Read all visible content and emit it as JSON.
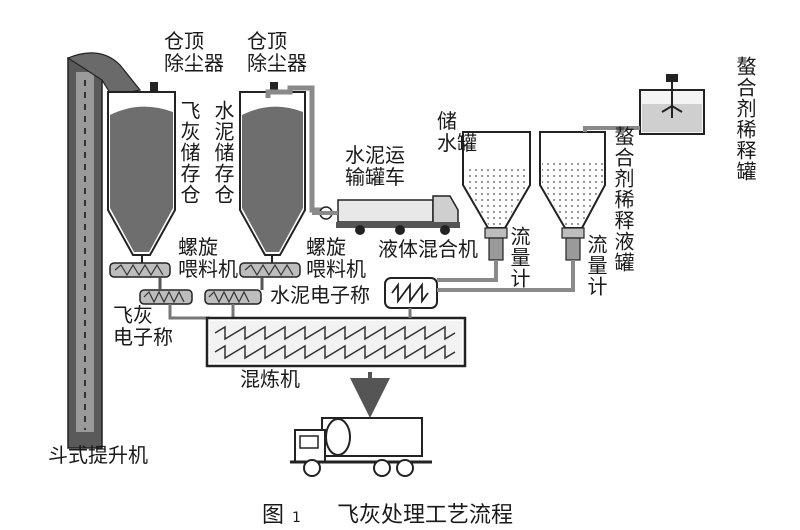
{
  "labels": {
    "dust_collector_1": "仓顶\n除尘器",
    "dust_collector_2": "仓顶\n除尘器",
    "fly_ash_silo": "飞灰储存仓",
    "cement_silo": "水泥储存仓",
    "screw_feeder_1": "螺旋\n喂料机",
    "screw_feeder_2": "螺旋\n喂料机",
    "fly_ash_scale": "飞灰\n电子称",
    "cement_scale": "水泥电子称",
    "cement_truck": "水泥运\n输罐车",
    "water_tank": "储\n水罐",
    "liquid_mixer": "液体混合机",
    "flowmeter_1": "流量计",
    "flowmeter_2": "流量计",
    "chelant_dilution_tank": "螯合剂稀释液罐",
    "chelant_tank": "螯合剂稀释罐",
    "mixer": "混炼机",
    "bucket_elevator": "斗式提升机"
  },
  "caption": {
    "prefix": "图",
    "number": "1",
    "title": "飞灰处理工艺流程"
  },
  "colors": {
    "stroke": "#1a1a1a",
    "fill_dark": "#6e6e6e",
    "fill_light": "#d9d9d9",
    "pipe": "#8a8a8a",
    "liquid": "#cfcfcf"
  }
}
